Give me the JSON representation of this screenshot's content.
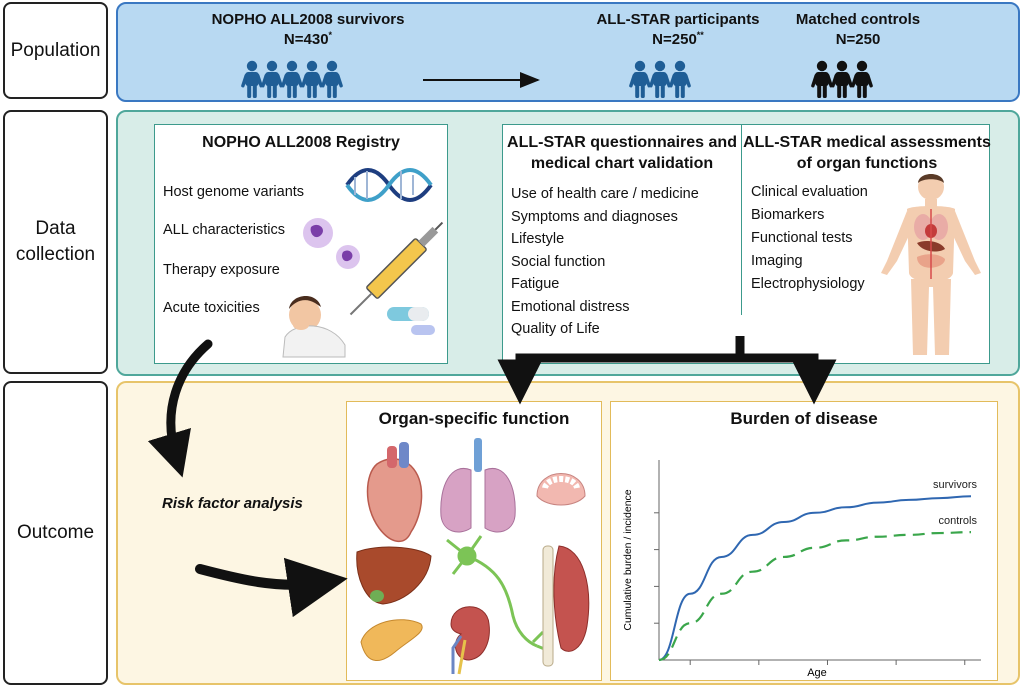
{
  "stages": {
    "population": "Population",
    "data_collection_line1": "Data",
    "data_collection_line2": "collection",
    "outcome": "Outcome"
  },
  "population": {
    "survivors_title": "NOPHO ALL2008 survivors",
    "survivors_n": "N=430",
    "survivors_sup": "*",
    "participants_title": "ALL-STAR participants",
    "participants_n": "N=250",
    "participants_sup": "**",
    "controls_title": "Matched controls",
    "controls_n": "N=250",
    "colors": {
      "survivors": "#1f5e96",
      "controls": "#111111"
    }
  },
  "registry": {
    "title": "NOPHO ALL2008 Registry",
    "items": [
      "Host genome variants",
      "ALL characteristics",
      "Therapy exposure",
      "Acute toxicities"
    ]
  },
  "questionnaires": {
    "title_line1": "ALL-STAR questionnaires and",
    "title_line2": "medical chart validation",
    "items": [
      "Use of health care / medicine",
      "Symptoms and diagnoses",
      "Lifestyle",
      "Social function",
      "Fatigue",
      "Emotional distress",
      "Quality of Life"
    ]
  },
  "assessments": {
    "title_line1": "ALL-STAR medical assessments",
    "title_line2": "of organ functions",
    "items": [
      "Clinical evaluation",
      "Biomarkers",
      "Functional tests",
      "Imaging",
      "Electrophysiology"
    ]
  },
  "risk_factor": "Risk factor analysis",
  "organ": {
    "title": "Organ-specific function"
  },
  "burden": {
    "title": "Burden of disease"
  },
  "chart_data": {
    "type": "line",
    "title": "Burden of disease",
    "xlabel": "Age",
    "ylabel": "Cumulative burden / incidence",
    "x": [
      0,
      1,
      2,
      3,
      4,
      5,
      6,
      7,
      8,
      9,
      10
    ],
    "xlim": [
      0,
      10
    ],
    "ylim": [
      0,
      1
    ],
    "grid": false,
    "series": [
      {
        "name": "survivors",
        "color": "#2f67b1",
        "dash": "solid",
        "values": [
          0,
          0.36,
          0.56,
          0.68,
          0.75,
          0.8,
          0.83,
          0.855,
          0.87,
          0.88,
          0.89
        ]
      },
      {
        "name": "controls",
        "color": "#3aa64b",
        "dash": "dashed",
        "values": [
          0,
          0.2,
          0.36,
          0.48,
          0.56,
          0.61,
          0.65,
          0.67,
          0.68,
          0.69,
          0.695
        ]
      }
    ]
  }
}
